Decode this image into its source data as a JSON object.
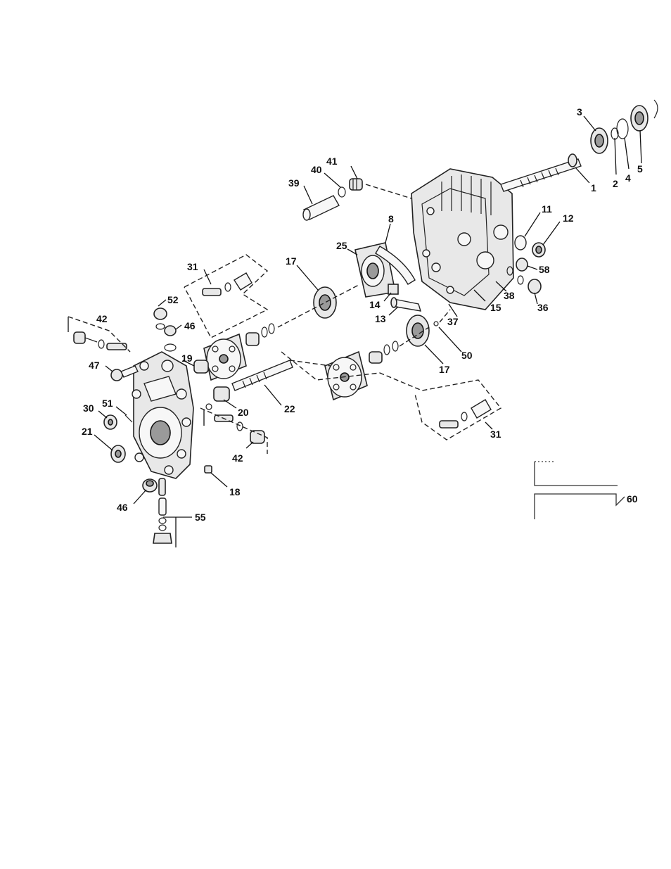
{
  "diagram": {
    "callouts": {
      "c1": "1",
      "c2": "2",
      "c3": "3",
      "c4": "4",
      "c5": "5",
      "c8": "8",
      "c11": "11",
      "c12": "12",
      "c13": "13",
      "c14": "14",
      "c15": "15",
      "c17a": "17",
      "c17b": "17",
      "c18": "18",
      "c19": "19",
      "c20": "20",
      "c21": "21",
      "c22": "22",
      "c25": "25",
      "c30": "30",
      "c31a": "31",
      "c31b": "31",
      "c36": "36",
      "c37": "37",
      "c38": "38",
      "c39": "39",
      "c40": "40",
      "c41": "41",
      "c42a": "42",
      "c42b": "42",
      "c46a": "46",
      "c46b": "46",
      "c47": "47",
      "c50": "50",
      "c51": "51",
      "c52": "52",
      "c55": "55",
      "c58": "58",
      "c60": "60"
    }
  }
}
